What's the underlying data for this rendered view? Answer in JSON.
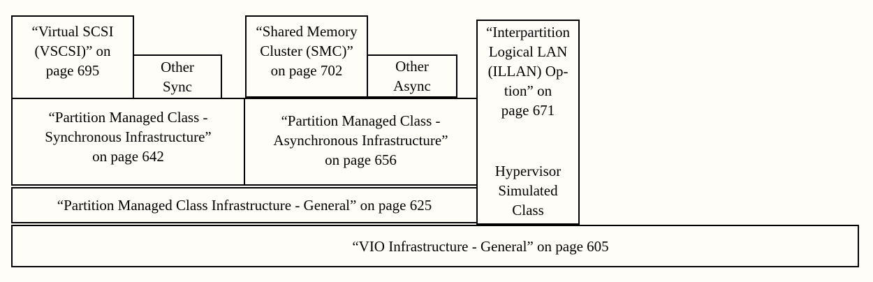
{
  "diagram": {
    "background": "#fffdf7",
    "border_color": "#000000",
    "boxes": {
      "vscsi": {
        "lines": [
          "“Virtual SCSI",
          "(VSCSI)” on",
          "page 695"
        ]
      },
      "other_sync": {
        "lines": [
          "Other",
          "Sync"
        ]
      },
      "smc": {
        "lines": [
          "“Shared Memory",
          "Cluster (SMC)”",
          "on page 702"
        ]
      },
      "other_async": {
        "lines": [
          "Other",
          "Async"
        ]
      },
      "illan": {
        "top_lines": [
          "“Interpartition",
          "Logical LAN",
          "(ILLAN) Op-",
          "tion” on",
          "page 671"
        ],
        "bottom_lines": [
          "Hypervisor",
          "Simulated",
          "Class"
        ]
      },
      "sync_infra": {
        "lines": [
          "“Partition Managed Class -",
          "Synchronous Infrastructure”",
          "on page 642"
        ]
      },
      "async_infra": {
        "lines": [
          "“Partition Managed Class -",
          "Asynchronous Infrastructure”",
          "on page 656"
        ]
      },
      "general": {
        "label": "“Partition Managed Class Infrastructure - General” on page 625"
      },
      "vio": {
        "label": "“VIO Infrastructure - General” on page 605"
      }
    }
  }
}
